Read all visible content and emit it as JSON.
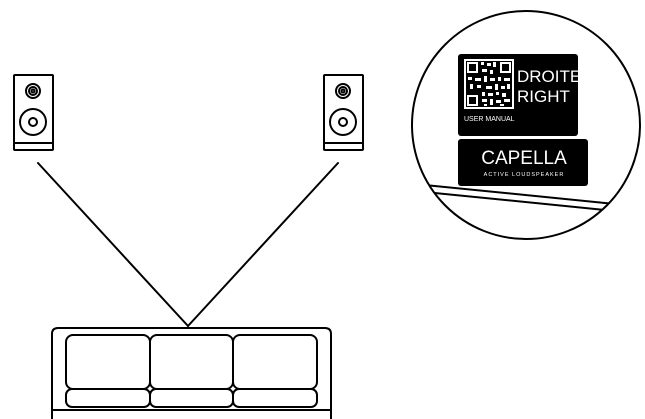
{
  "diagram": {
    "speakers": [
      {
        "name": "left-speaker"
      },
      {
        "name": "right-speaker"
      }
    ],
    "callout": {
      "qr_label": {
        "title_line1": "DROITE",
        "title_line2": "RIGHT",
        "caption": "USER MANUAL"
      },
      "brand_label": {
        "brand": "CAPELLA",
        "subtitle": "ACTIVE LOUDSPEAKER"
      }
    },
    "colors": {
      "line": "#000000",
      "label_background": "#000000",
      "label_text": "#ffffff",
      "background": "#ffffff"
    }
  }
}
